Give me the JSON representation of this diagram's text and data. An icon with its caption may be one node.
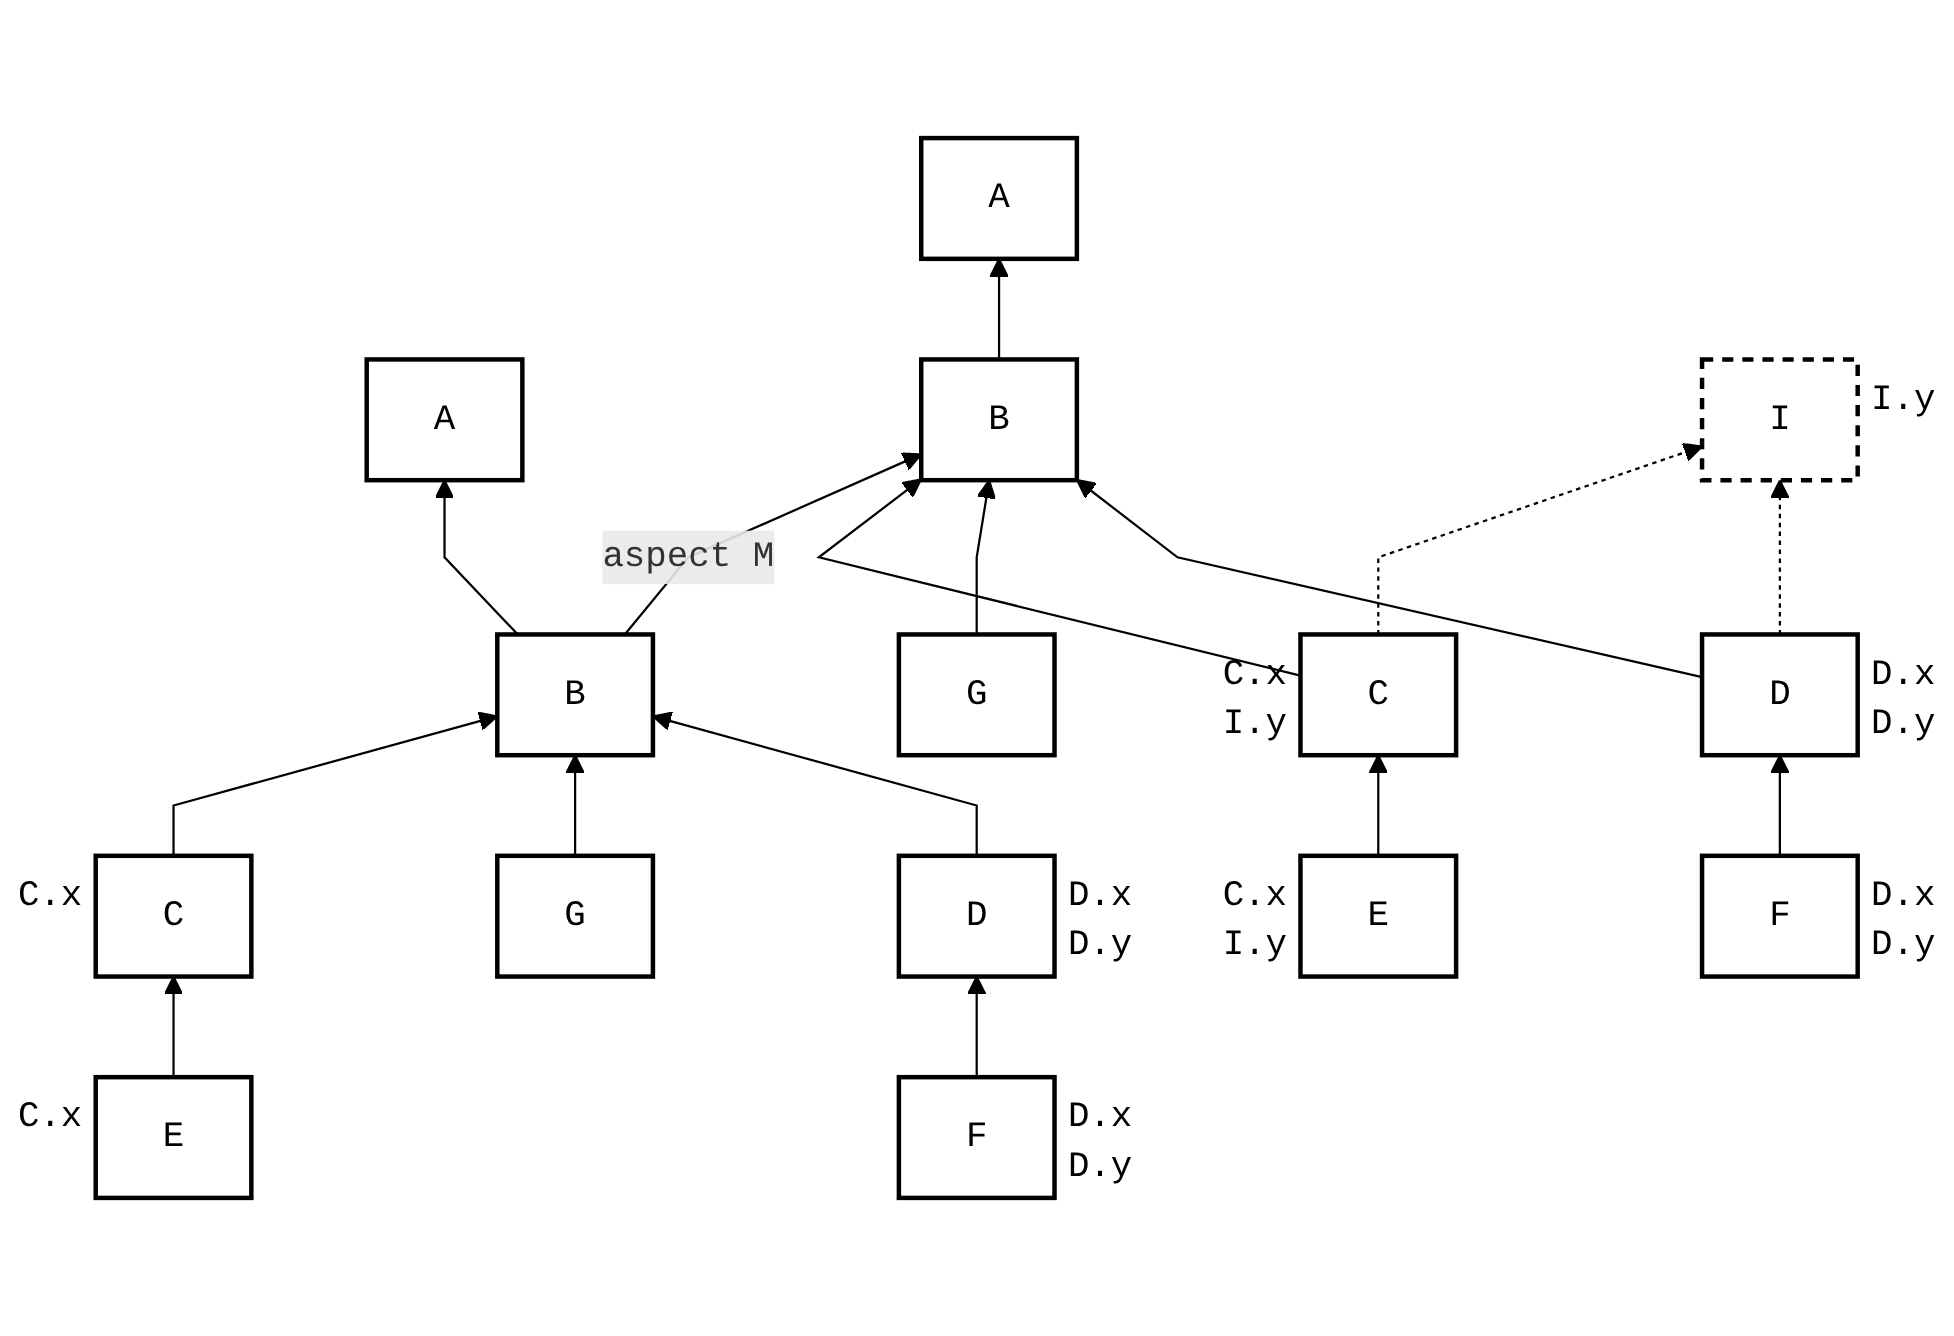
{
  "diagram": {
    "nodes": [
      {
        "text": [
          "A"
        ]
      },
      {
        "text": [
          "B"
        ]
      },
      {
        "text": [
          "C"
        ],
        "beside": [
          "C.x"
        ]
      },
      {
        "text": [
          "G"
        ]
      },
      {
        "text": [
          "D"
        ],
        "beside": [
          "D.x",
          "D.y"
        ]
      },
      {
        "text": [
          "E"
        ],
        "beside": [
          "C.x"
        ]
      },
      {
        "text": [
          "F"
        ],
        "beside": [
          "D.x",
          "D.y"
        ]
      },
      {
        "text": [
          "A"
        ]
      },
      {
        "text": [
          "B"
        ]
      },
      {
        "text": [
          "I"
        ],
        "beside": [
          "I.y"
        ]
      },
      {
        "text": [
          "C"
        ],
        "beside": [
          "C.x",
          "I.y"
        ]
      },
      {
        "text": [
          "G"
        ]
      },
      {
        "text": [
          "D"
        ],
        "beside": [
          "D.x",
          "D.y"
        ]
      },
      {
        "text": [
          "E"
        ],
        "beside": [
          "C.x",
          "I.y"
        ]
      },
      {
        "text": [
          "F"
        ],
        "beside": [
          "D.x",
          "D.y"
        ]
      }
    ],
    "edges": [
      {
        "from": 1,
        "to": 0,
        "arrow": "to"
      },
      {
        "from": 2,
        "to": 1,
        "arrow": "to"
      },
      {
        "from": 3,
        "to": 1,
        "arrow": "to"
      },
      {
        "from": 4,
        "to": 1,
        "arrow": "to"
      },
      {
        "from": 5,
        "to": 2,
        "arrow": "to"
      },
      {
        "from": 6,
        "to": 4,
        "arrow": "to"
      },
      {
        "from": 1,
        "to": 8,
        "arrow": "to",
        "label": "aspect M"
      },
      {
        "from": 8,
        "to": 7,
        "arrow": "to"
      },
      {
        "from": 10,
        "to": 8,
        "arrow": "to"
      },
      {
        "from": 11,
        "to": 8,
        "arrow": "to"
      },
      {
        "from": 12,
        "to": 8,
        "arrow": "to"
      },
      {
        "from": 10,
        "to": 9,
        "arrow": "to",
        "style": "dashed"
      },
      {
        "from": 12,
        "to": 9,
        "arrow": "to",
        "style": "dashed"
      },
      {
        "from": 13,
        "to": 10,
        "arrow": "to"
      },
      {
        "from": 14,
        "to": 12,
        "arrow": "to"
      }
    ]
  }
}
